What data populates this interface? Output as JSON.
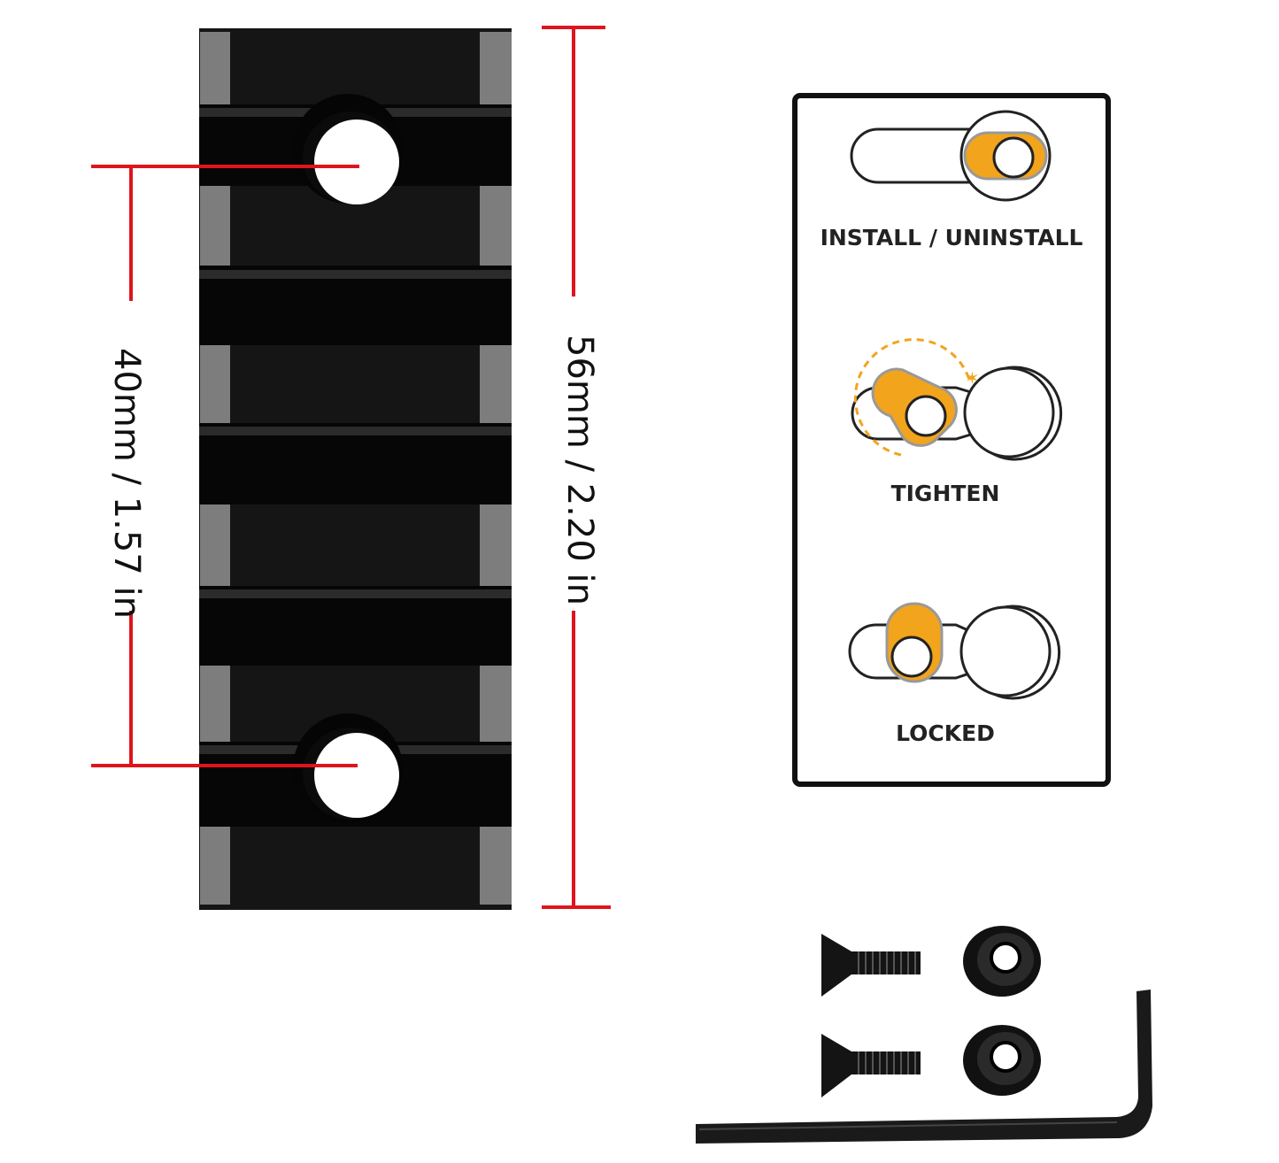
{
  "dimensions": {
    "hole_spacing": "40mm / 1.57 in",
    "total_length": "56mm / 2.20 in"
  },
  "instructions": {
    "steps": [
      {
        "label": "INSTALL / UNINSTALL"
      },
      {
        "label": "TIGHTEN"
      },
      {
        "label": "LOCKED"
      }
    ]
  },
  "colors": {
    "rail_body": "#141414",
    "rail_edge": "#7a7a7a",
    "dimension_line": "#e0141c",
    "nut_accent": "#f2a41d"
  }
}
